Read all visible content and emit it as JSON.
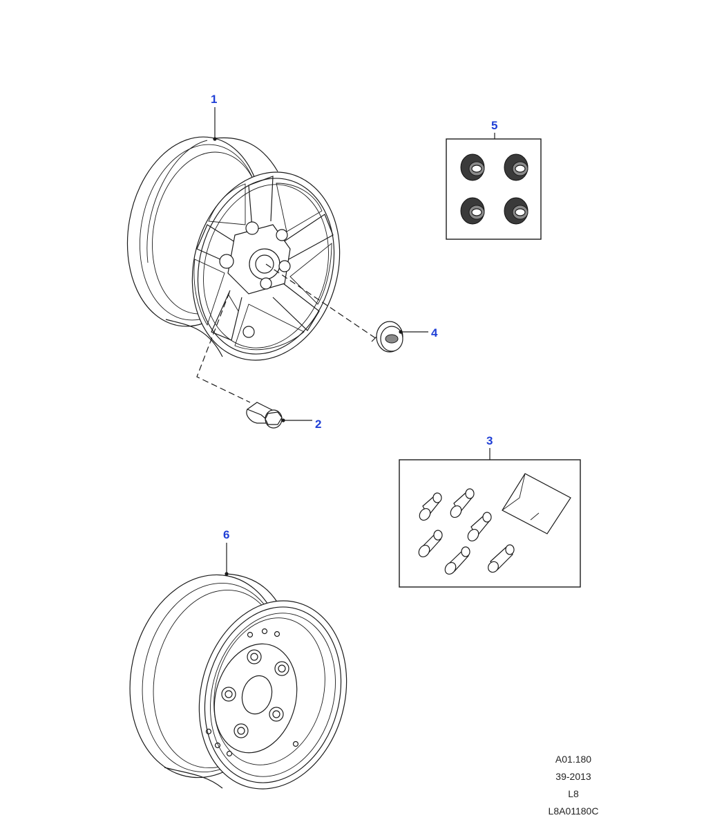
{
  "callouts": {
    "c1": "1",
    "c2": "2",
    "c3": "3",
    "c4": "4",
    "c5": "5",
    "c6": "6"
  },
  "reference": {
    "line1": "A01.180",
    "line2": "39-2013",
    "line3": "L8",
    "line4": "L8A01180C"
  },
  "colors": {
    "callout": "#1f3fd6",
    "line": "#1a1a1a"
  }
}
